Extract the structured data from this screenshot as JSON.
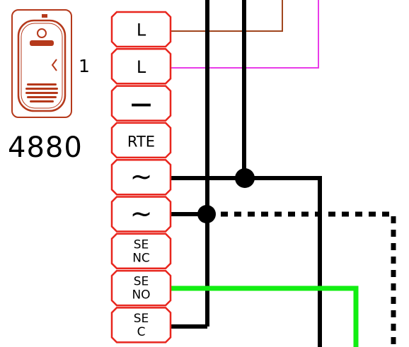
{
  "device": {
    "icon": "door-entry-panel-icon",
    "number": "1",
    "model": "4880"
  },
  "terminal_strip": {
    "terminals": [
      {
        "label_lines": [
          "L"
        ]
      },
      {
        "label_lines": [
          "L"
        ]
      },
      {
        "label_lines": [
          "—"
        ]
      },
      {
        "label_lines": [
          "RTE"
        ]
      },
      {
        "label_lines": [
          "~"
        ]
      },
      {
        "label_lines": [
          "~"
        ]
      },
      {
        "label_lines": [
          "SE",
          "NC"
        ]
      },
      {
        "label_lines": [
          "SE",
          "NO"
        ]
      },
      {
        "label_lines": [
          "SE",
          "C"
        ]
      }
    ]
  },
  "wire_colors": {
    "brown": "#a0461e",
    "magenta": "#e83ce8",
    "green": "#12ee12",
    "black": "#000000",
    "terminal_red": "#e8261e",
    "device_outline": "#b5391b"
  }
}
